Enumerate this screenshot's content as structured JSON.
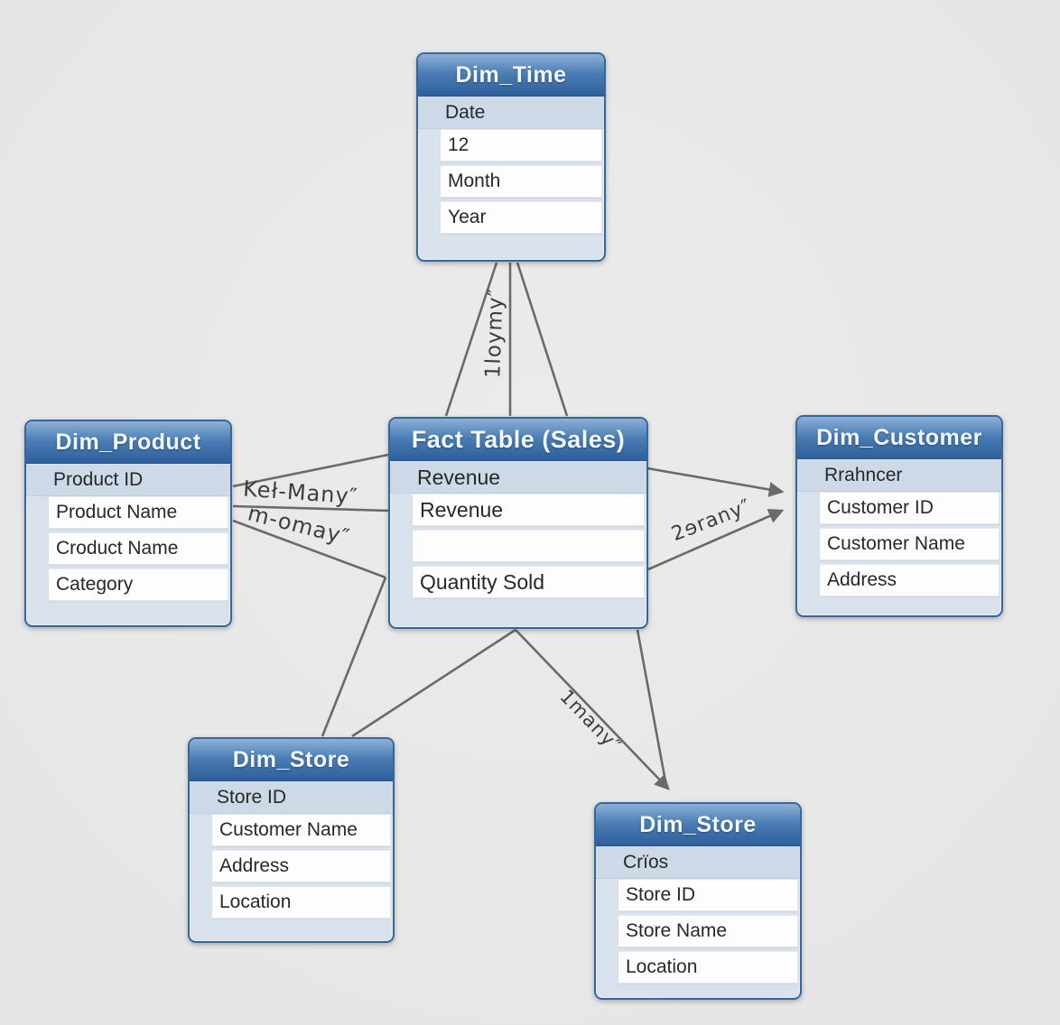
{
  "diagram": {
    "kind": "star-schema-entity-relationship",
    "colors": {
      "canvas_bg": "#e8e8e8",
      "header_blue_top": "#8db0d8",
      "header_blue_bottom": "#2e5f9b",
      "table_body_bg": "#d9e2ec",
      "key_row_bg": "#cdd9e6",
      "white_row_bg": "#fdfdfe",
      "table_border": "#35679f",
      "connector_gray": "#6a6a6a",
      "row_text": "#26282b"
    },
    "tables": {
      "dim_time": {
        "title": "Dim_Time",
        "rows": [
          "Date",
          "12",
          "Month",
          "Year"
        ]
      },
      "dim_product": {
        "title": "Dim_Product",
        "rows": [
          "Product ID",
          "Product Name",
          "Croduct Name",
          "Category"
        ]
      },
      "fact_sales": {
        "title": "Fact Table (Sales)",
        "rows": [
          "Revenue",
          "Revenue",
          "",
          "Quantity Sold"
        ]
      },
      "dim_customer": {
        "title": "Dim_Customer",
        "rows": [
          "Rrahncer",
          "Customer ID",
          "Customer Name",
          "Address"
        ]
      },
      "dim_store_left": {
        "title": "Dim_Store",
        "rows": [
          "Store ID",
          "Customer Name",
          "Address",
          "Location"
        ]
      },
      "dim_store_right": {
        "title": "Dim_Store",
        "rows": [
          "Crïos",
          "Store ID",
          "Store Name",
          "Location"
        ]
      }
    },
    "edge_labels": {
      "time_to_fact": "1loymy″",
      "product_to_fact_upper": "Keł-Many″",
      "product_to_fact_lower": "m-omay″",
      "fact_to_customer": "2ɘrany″",
      "fact_to_store": "1many″"
    }
  }
}
